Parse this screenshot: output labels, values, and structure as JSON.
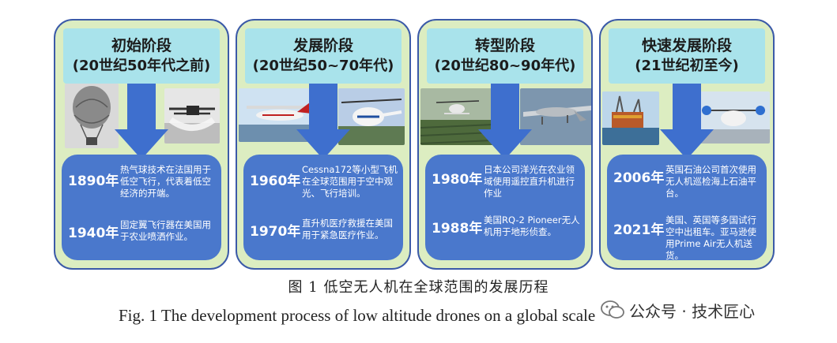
{
  "stages": [
    {
      "title": "初始阶段",
      "period": "(20世纪50年代之前)",
      "events": [
        {
          "year": "1890年",
          "text": "热气球技术在法国用于低空飞行，代表着低空经济的开端。"
        },
        {
          "year": "1940年",
          "text": "固定翼飞行器在美国用于农业喷洒作业。"
        }
      ]
    },
    {
      "title": "发展阶段",
      "period": "(20世纪50~70年代)",
      "events": [
        {
          "year": "1960年",
          "text": "Cessna172等小型飞机在全球范围用于空中观光、飞行培训。"
        },
        {
          "year": "1970年",
          "text": "直升机医疗救援在美国用于紧急医疗作业。"
        }
      ]
    },
    {
      "title": "转型阶段",
      "period": "(20世纪80~90年代)",
      "events": [
        {
          "year": "1980年",
          "text": "日本公司洋光在农业领域使用遥控直升机进行作业"
        },
        {
          "year": "1988年",
          "text": "美国RQ-2 Pioneer无人机用于地形侦查。"
        }
      ]
    },
    {
      "title": "快速发展阶段",
      "period": "(21世纪初至今)",
      "events": [
        {
          "year": "2006年",
          "text": "英国石油公司首次使用无人机巡检海上石油平台。"
        },
        {
          "year": "2021年",
          "text": "美国、英国等多国试行空中出租车。亚马逊使用Prime Air无人机送货。"
        }
      ]
    }
  ],
  "caption_cn": "图 1    低空无人机在全球范围的发展历程",
  "caption_en": "Fig. 1    The development process of low altitude drones on a global scale",
  "watermark": "公众号 · 技术匠心",
  "colors": {
    "panel_bg": "#dcedc1",
    "panel_border": "#3b5aa8",
    "header_bg": "#a9e3eb",
    "arrow": "#3e6fce",
    "event_box": "#4a78cc"
  }
}
